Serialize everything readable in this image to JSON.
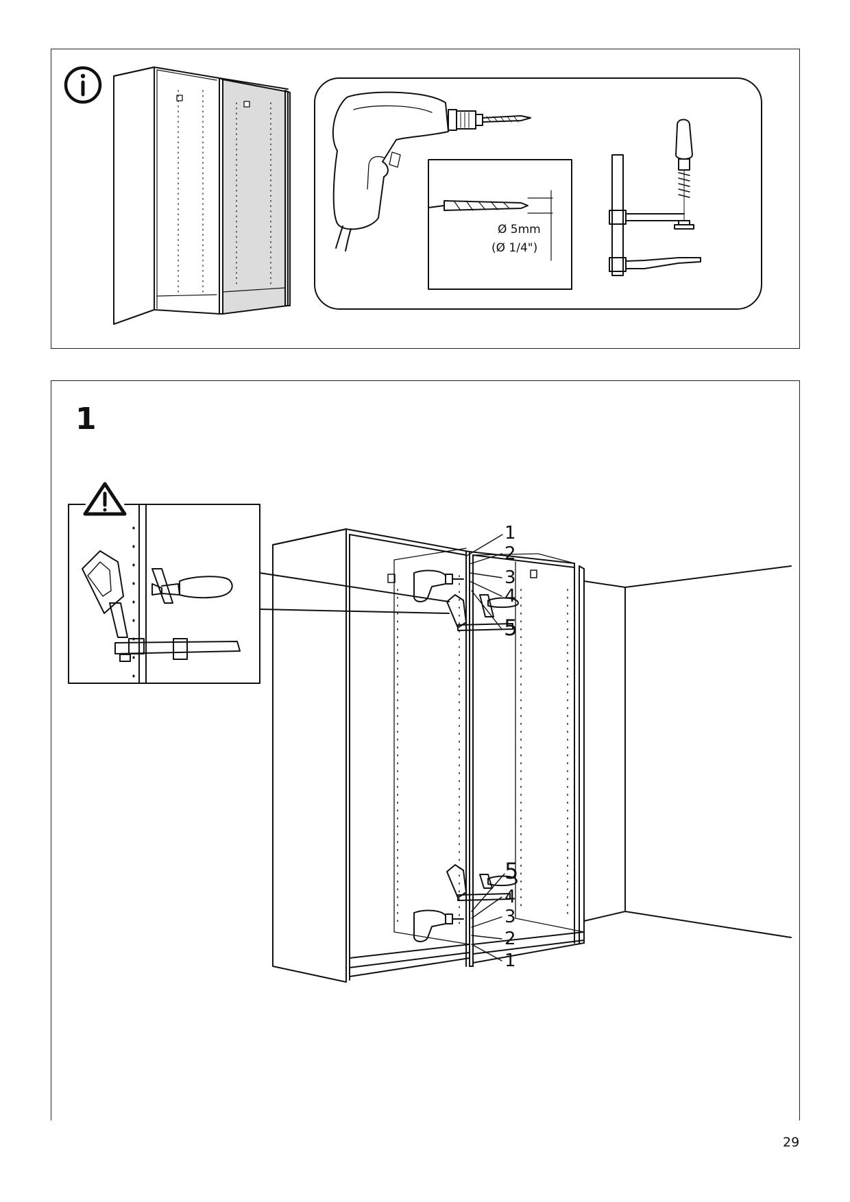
{
  "info": {
    "icon": "info-icon",
    "drill_size_mm": "Ø 5mm",
    "drill_size_in": "(Ø 1/4\")"
  },
  "step": {
    "number": "1",
    "warning_icon": "warning-icon"
  },
  "callouts_top": [
    "1",
    "2",
    "3",
    "4",
    "5"
  ],
  "callouts_bottom": [
    "5",
    "4",
    "3",
    "2",
    "1"
  ],
  "page_number": "29"
}
